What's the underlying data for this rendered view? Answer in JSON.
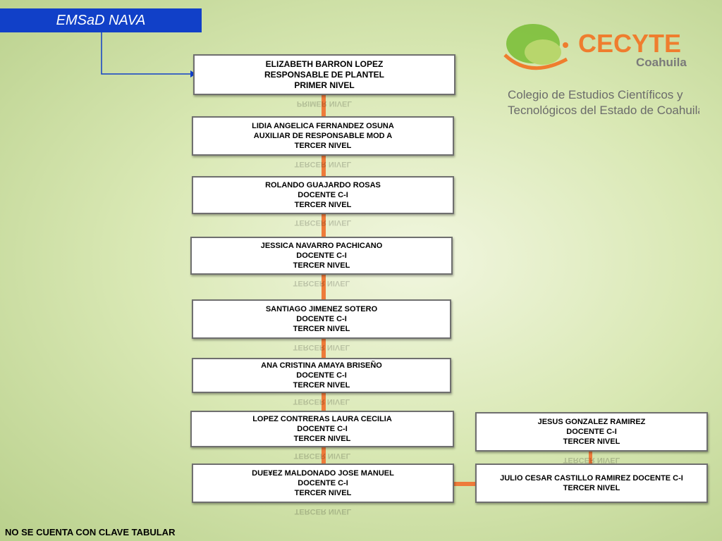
{
  "title": "EMSaD NAVA",
  "logo": {
    "brand": "CECYTE",
    "region": "Coahuila",
    "tagline_line1": "Colegio de Estudios Científicos y",
    "tagline_line2": "Tecnológicos del Estado de Coahuila"
  },
  "nodes": [
    {
      "lines": [
        "ELIZABETH BARRON LOPEZ",
        "RESPONSABLE DE PLANTEL",
        "PRIMER NIVEL"
      ],
      "reflection": "PRIMER NIVEL"
    },
    {
      "lines": [
        "LIDIA ANGELICA FERNANDEZ OSUNA",
        "AUXILIAR DE RESPONSABLE MOD A",
        "TERCER NIVEL"
      ],
      "reflection": "TERCER NIVEL"
    },
    {
      "lines": [
        "ROLANDO GUAJARDO ROSAS",
        "DOCENTE C-I",
        "TERCER NIVEL"
      ],
      "reflection": "TERCER NIVEL"
    },
    {
      "lines": [
        "JESSICA NAVARRO PACHICANO",
        "DOCENTE C-I",
        "TERCER NIVEL"
      ],
      "reflection": "TERCER NIVEL"
    },
    {
      "lines": [
        "SANTIAGO JIMENEZ SOTERO",
        "DOCENTE C-I",
        "TERCER NIVEL"
      ],
      "reflection": "TERCER NIVEL"
    },
    {
      "lines": [
        "ANA CRISTINA AMAYA BRISEÑO",
        "DOCENTE C-I",
        "TERCER NIVEL"
      ],
      "reflection": "TERCER NIVEL"
    },
    {
      "lines": [
        "LOPEZ CONTRERAS LAURA CECILIA",
        "DOCENTE C-I",
        "TERCER NIVEL"
      ],
      "reflection": "TERCER NIVEL"
    },
    {
      "lines": [
        "DUE¥EZ MALDONADO JOSE MANUEL",
        "DOCENTE C-I",
        "TERCER NIVEL"
      ],
      "reflection": "TERCER NIVEL"
    }
  ],
  "side_nodes": [
    {
      "lines": [
        "JESUS GONZALEZ RAMIREZ",
        "DOCENTE C-I",
        "TERCER NIVEL"
      ],
      "reflection": "TERCER NIVEL"
    },
    {
      "lines": [
        "JULIO CESAR CASTILLO RAMIREZ DOCENTE C-I",
        "TERCER NIVEL"
      ]
    }
  ],
  "footer": "NO SE CUENTA CON CLAVE TABULAR",
  "colors": {
    "title_bg": "#1140c8",
    "connector": "#ee7b3a",
    "arrow": "#1140c8",
    "logo_green": "#7cbf3a",
    "logo_orange": "#ef7d2e"
  }
}
